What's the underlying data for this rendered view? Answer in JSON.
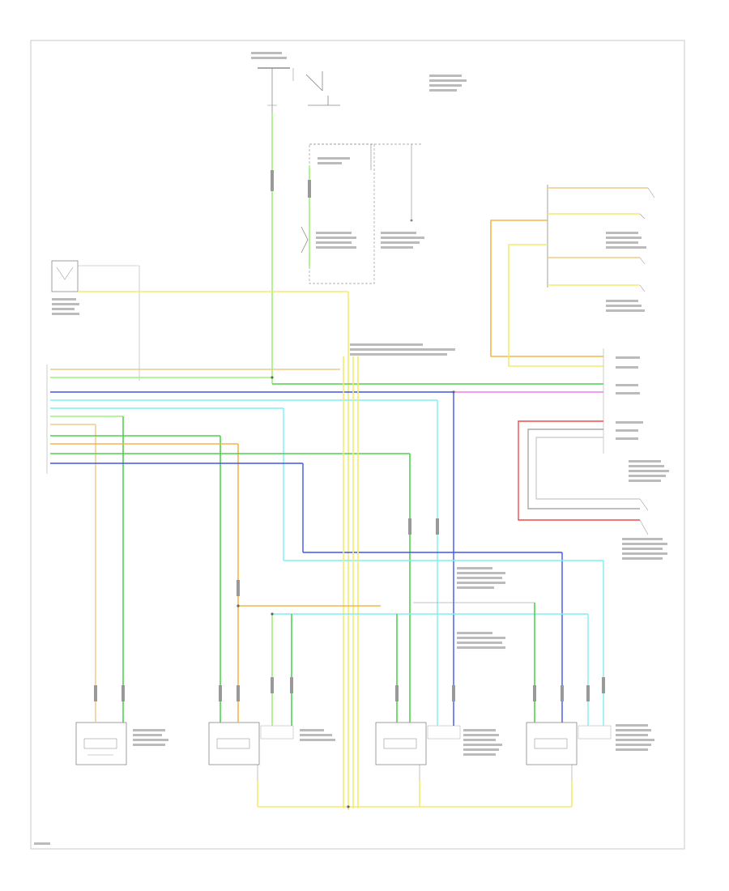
{
  "diagram": {
    "code": "",
    "components": [
      {
        "id": "fuse-block",
        "lines": [
          "",
          "",
          ""
        ]
      },
      {
        "id": "ignition-relay",
        "lines": [
          "",
          ""
        ]
      },
      {
        "id": "rear-blower-relay",
        "lines": [
          "",
          "",
          "",
          "",
          ""
        ]
      },
      {
        "id": "ac-compressor-clutch",
        "lines": [
          "",
          "",
          "",
          ""
        ]
      },
      {
        "id": "blower-motor",
        "lines": [
          "",
          "",
          "",
          "",
          "",
          ""
        ]
      },
      {
        "id": "hvac-control-module",
        "lines": [
          "",
          "",
          "",
          "",
          "",
          "",
          "",
          "",
          ""
        ]
      },
      {
        "id": "mode-actuator",
        "lines": [
          "",
          "",
          "",
          "",
          "",
          "",
          ""
        ]
      },
      {
        "id": "recirculation-actuator",
        "lines": [
          "",
          "",
          "",
          "",
          ""
        ]
      },
      {
        "id": "air-temp-actuator-right",
        "lines": [
          "",
          "",
          "",
          "",
          ""
        ]
      },
      {
        "id": "air-temp-actuator-left",
        "lines": [
          "",
          "",
          "",
          "",
          ""
        ]
      }
    ],
    "wire_colors": {
      "yellow": "#f3ec6e",
      "light_green": "#9ef07a",
      "green": "#4fd24f",
      "blue": "#3f56e8",
      "light_blue": "#7cf0f0",
      "orange": "#f3b64a",
      "tan": "#f0c88a",
      "pink": "#f07cf0",
      "red": "#f04a4a",
      "gray": "#a8a8a8",
      "dark_blue": "#2a3ad0"
    }
  }
}
